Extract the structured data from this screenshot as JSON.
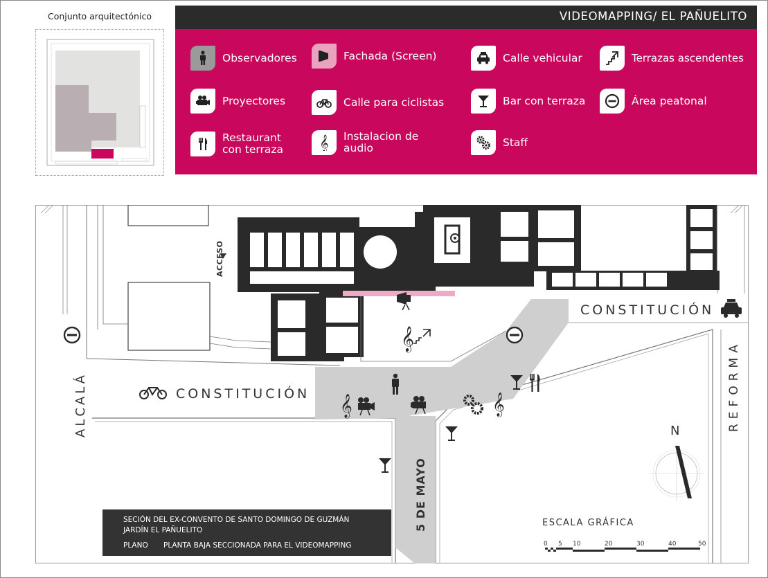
{
  "keymap": {
    "title": "Conjunto arquitectónico"
  },
  "legend": {
    "title": "VIDEOMAPPING/ EL PAÑUELITO",
    "items": [
      {
        "icon": "person-icon",
        "label": "Observadores"
      },
      {
        "icon": "screen-icon",
        "label": "Fachada (Screen)"
      },
      {
        "icon": "car-icon",
        "label": "Calle vehicular"
      },
      {
        "icon": "stairs-icon",
        "label": "Terrazas ascendentes"
      },
      {
        "icon": "projector-icon",
        "label": "Proyectores"
      },
      {
        "icon": "bicycle-icon",
        "label": "Calle para ciclistas"
      },
      {
        "icon": "cocktail-icon",
        "label": "Bar con terraza"
      },
      {
        "icon": "no-entry-icon",
        "label": "Área peatonal"
      },
      {
        "icon": "cutlery-icon",
        "label": "Restaurant con terraza"
      },
      {
        "icon": "treble-clef-icon",
        "label": "Instalacion de audio"
      },
      {
        "icon": "gears-icon",
        "label": "Staff"
      }
    ]
  },
  "streets": {
    "constitucion_top": "CONSTITUCIÓN",
    "constitucion_left": "CONSTITUCIÓN",
    "alcala": "ALCALÁ",
    "reforma": "REFORMA",
    "cinco_de_mayo": "5 DE MAYO",
    "acceso": "ACCESO"
  },
  "compass": {
    "north": "N"
  },
  "info": {
    "line1": "SECIÓN DEL EX-CONVENTO DE SANTO DOMINGO DE GUZMÁN",
    "line2": "JARDÍN EL PAÑUELITO",
    "plano_label": "PLANO",
    "plano_value": "PLANTA BAJA SECCIONADA PARA EL VIDEOMAPPING"
  },
  "scale": {
    "title": "ESCALA GRÁFICA",
    "ticks": [
      "0",
      "5",
      "10",
      "20",
      "30",
      "40",
      "50"
    ]
  },
  "colors": {
    "accent": "#c9085d",
    "dark": "#2b2b2b",
    "plaza": "#cfcfcf",
    "building": "#2a2a2a"
  }
}
